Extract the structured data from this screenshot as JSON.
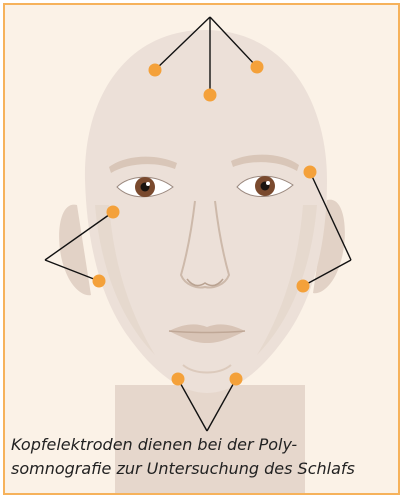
{
  "caption": {
    "line1": "Kopfelektroden dienen bei der Poly-",
    "line2": "somnografie zur Untersuchung des Schlafs"
  },
  "colors": {
    "frame_border": "#f6b25b",
    "background": "#fbf2e7",
    "skin": "#ece0d8",
    "skin_shadow": "#e2d2c6",
    "electrode": "#f4a13a",
    "lead_line": "#111111",
    "iris": "#7a4a2e"
  },
  "electrode_groups": [
    {
      "name": "forehead",
      "count": 3
    },
    {
      "name": "left-face",
      "count": 2
    },
    {
      "name": "right-face",
      "count": 2
    },
    {
      "name": "chin",
      "count": 2
    }
  ]
}
